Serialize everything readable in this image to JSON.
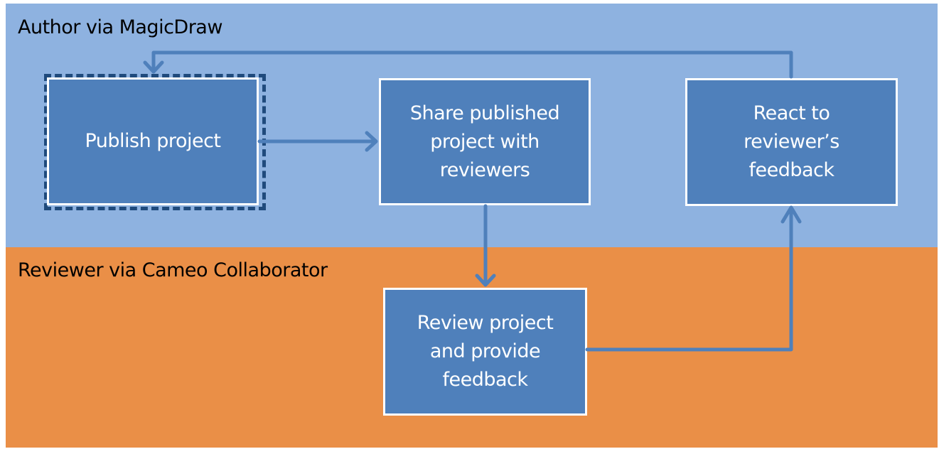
{
  "lanes": [
    {
      "label": "Author via MagicDraw",
      "color": "#8eb2e0"
    },
    {
      "label": "Reviewer via Cameo Collaborator",
      "color": "#ea8f47"
    }
  ],
  "steps": [
    {
      "label": "Publish project",
      "lane": "author",
      "highlighted": true
    },
    {
      "label": "Share published\nproject with\nreviewers",
      "lane": "author"
    },
    {
      "label": "React to\nreviewer’s\nfeedback",
      "lane": "author"
    },
    {
      "label": "Review project\nand provide\nfeedback",
      "lane": "reviewer"
    }
  ],
  "flows": [
    {
      "from": "Publish project",
      "to": "Share published project with reviewers"
    },
    {
      "from": "Share published project with reviewers",
      "to": "Review project and provide feedback"
    },
    {
      "from": "Review project and provide feedback",
      "to": "React to reviewer’s feedback"
    },
    {
      "from": "React to reviewer’s feedback",
      "to": "Publish project"
    }
  ],
  "colors": {
    "box_fill": "#4f80bb",
    "arrow": "#4f80bb",
    "highlight_border": "#1f4a7c"
  }
}
